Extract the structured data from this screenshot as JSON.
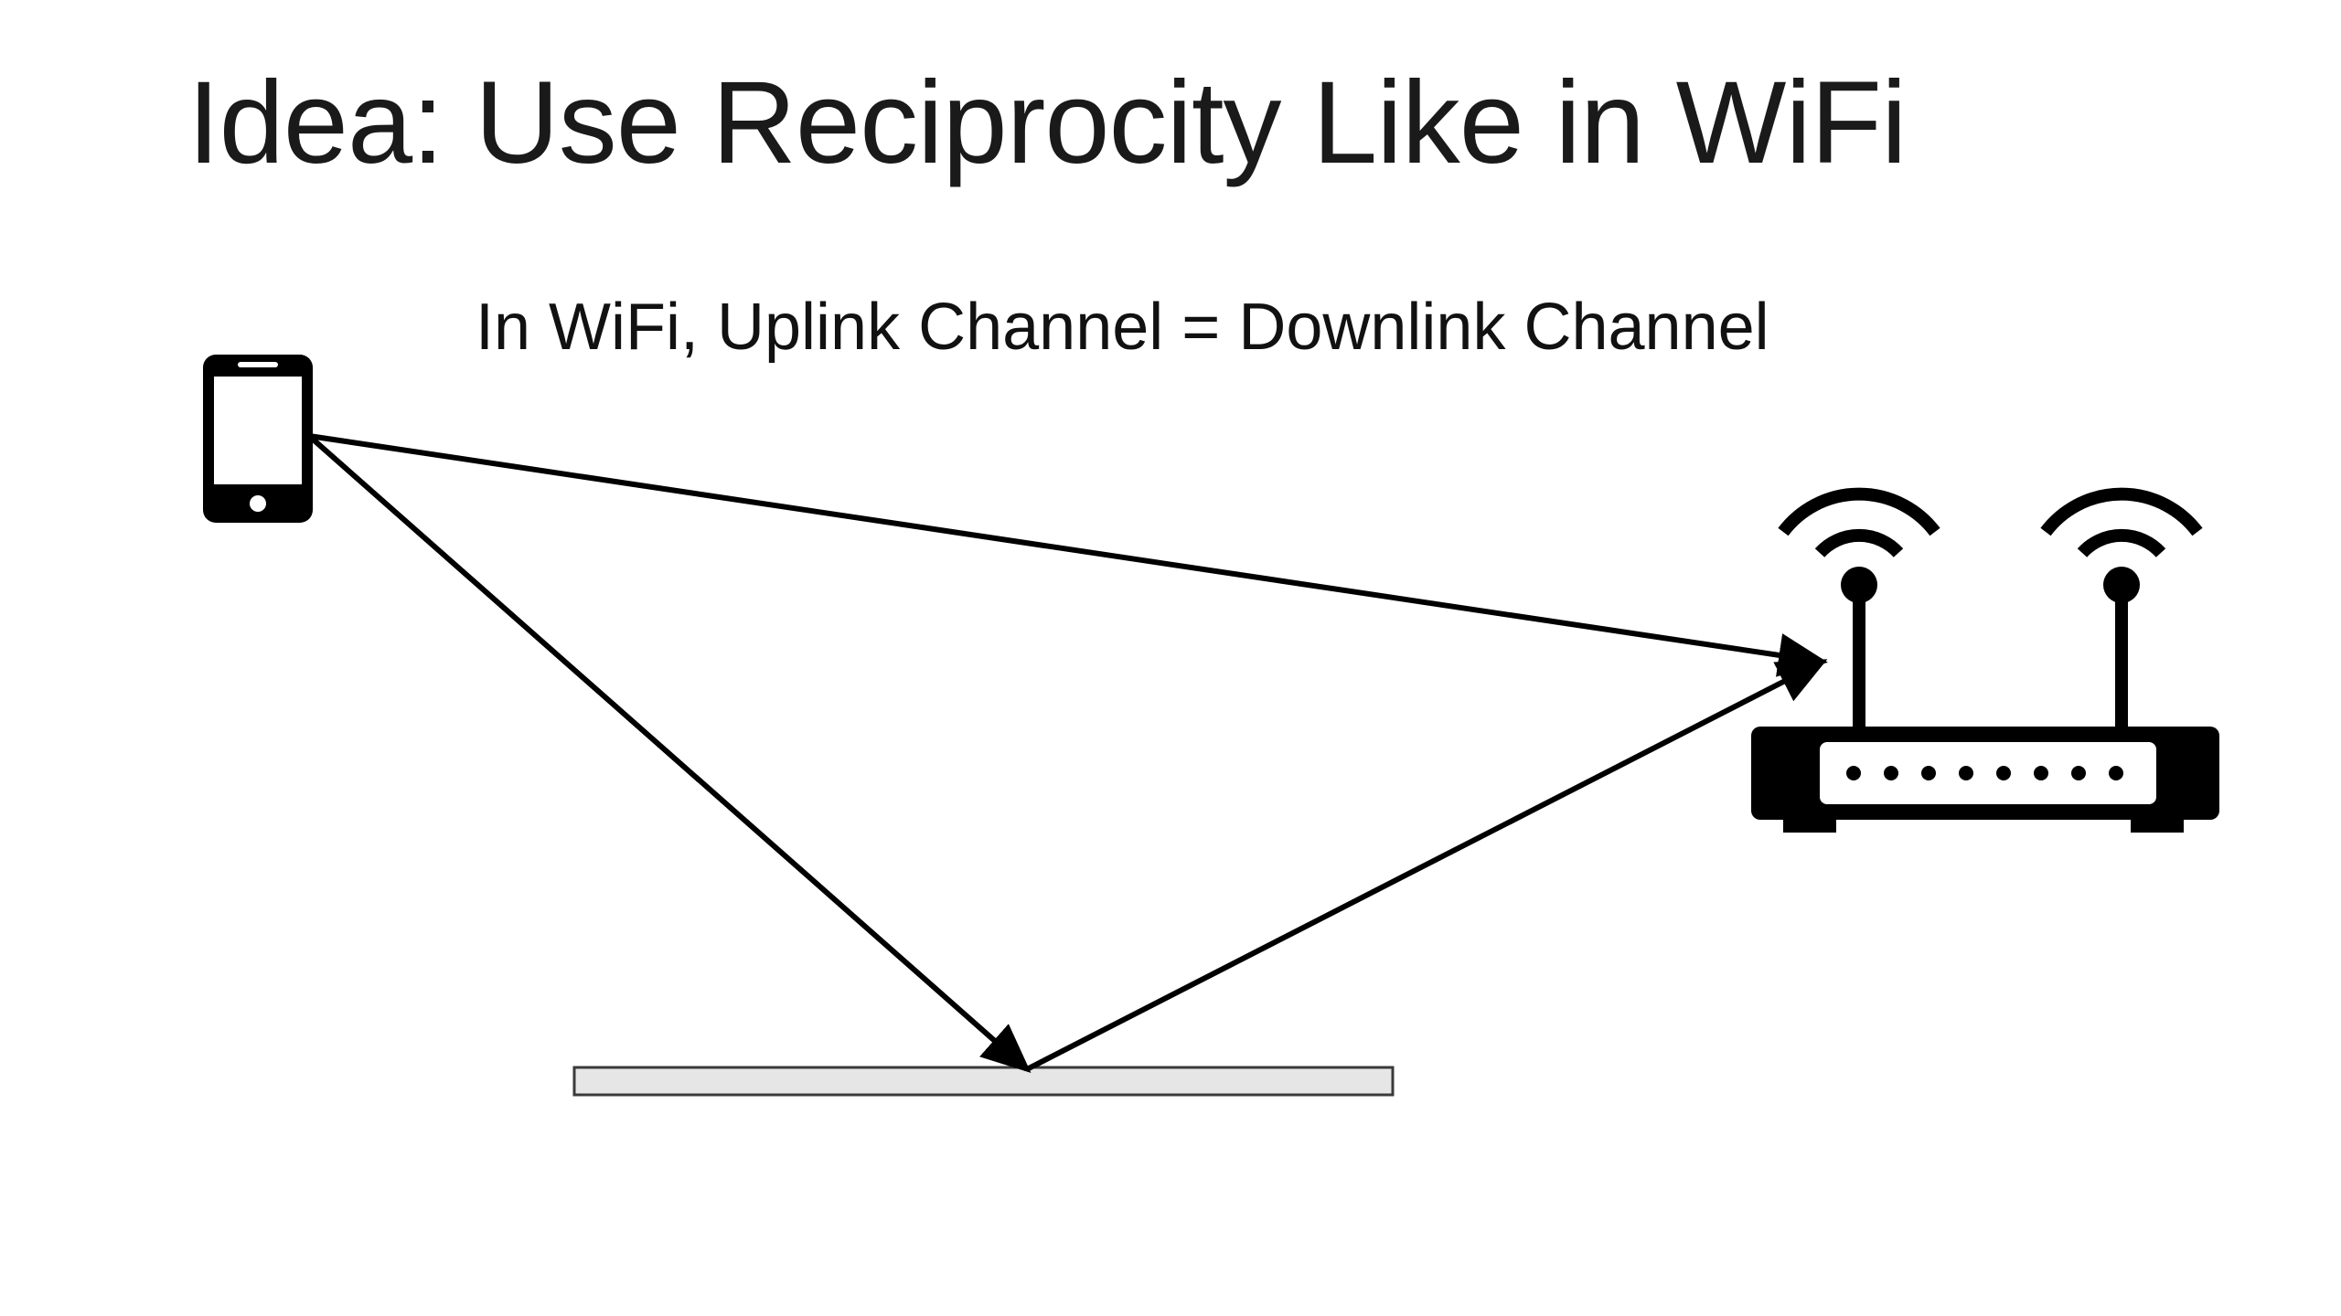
{
  "slide": {
    "title": "Idea: Use Reciprocity Like in WiFi",
    "subtitle": "In WiFi, Uplink Channel = Downlink Channel"
  },
  "diagram": {
    "nodes": [
      {
        "id": "phone",
        "icon": "smartphone-icon"
      },
      {
        "id": "router",
        "icon": "wifi-router-icon"
      },
      {
        "id": "reflector",
        "icon": "reflector-surface"
      }
    ],
    "paths": [
      {
        "from": "phone",
        "to": "router",
        "kind": "direct"
      },
      {
        "from": "phone",
        "to": "reflector",
        "kind": "reflected-incident"
      },
      {
        "from": "reflector",
        "to": "router",
        "kind": "reflected-outgoing"
      }
    ],
    "colors": {
      "line": "#000000",
      "reflector_fill": "#e6e6e6",
      "reflector_stroke": "#3a3a3a"
    }
  }
}
